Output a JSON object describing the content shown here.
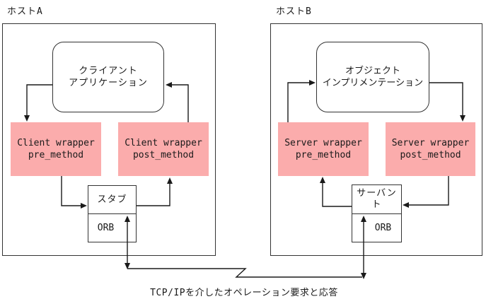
{
  "hosts": {
    "a": {
      "label": "ホストA",
      "application": {
        "line1": "クライアント",
        "line2": "アプリケーション"
      },
      "pre_wrapper": {
        "line1": "Client wrapper",
        "line2": "pre_method"
      },
      "post_wrapper": {
        "line1": "Client wrapper",
        "line2": "post_method"
      },
      "core_top_label": "スタブ",
      "orb_label": "ORB"
    },
    "b": {
      "label": "ホストB",
      "application": {
        "line1": "オブジェクト",
        "line2": "インプリメンテーション"
      },
      "pre_wrapper": {
        "line1": "Server wrapper",
        "line2": "pre_method"
      },
      "post_wrapper": {
        "line1": "Server wrapper",
        "line2": "post_method"
      },
      "core_top_label": "サーバント",
      "orb_label": "ORB"
    }
  },
  "caption": "TCP/IPを介したオペレーション要求と応答",
  "colors": {
    "wrapper_fill": "#fbacac",
    "line": "#1a1a1a",
    "border": "#333333",
    "background": "#ffffff",
    "text": "#1a1a1a"
  }
}
